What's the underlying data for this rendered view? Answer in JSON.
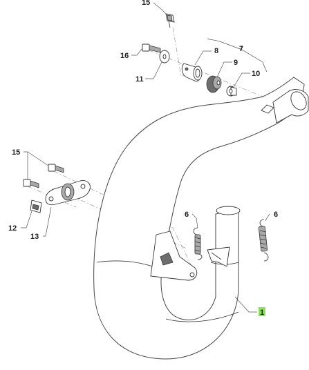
{
  "callouts": {
    "c1": "1",
    "c6a": "6",
    "c6b": "6",
    "c7": "7",
    "c8": "8",
    "c9": "9",
    "c10": "10",
    "c11": "11",
    "c12": "12",
    "c13": "13",
    "c15a": "15",
    "c15b": "15",
    "c16": "16"
  },
  "colors": {
    "highlight": "#8ee05a",
    "line": "#333333"
  }
}
